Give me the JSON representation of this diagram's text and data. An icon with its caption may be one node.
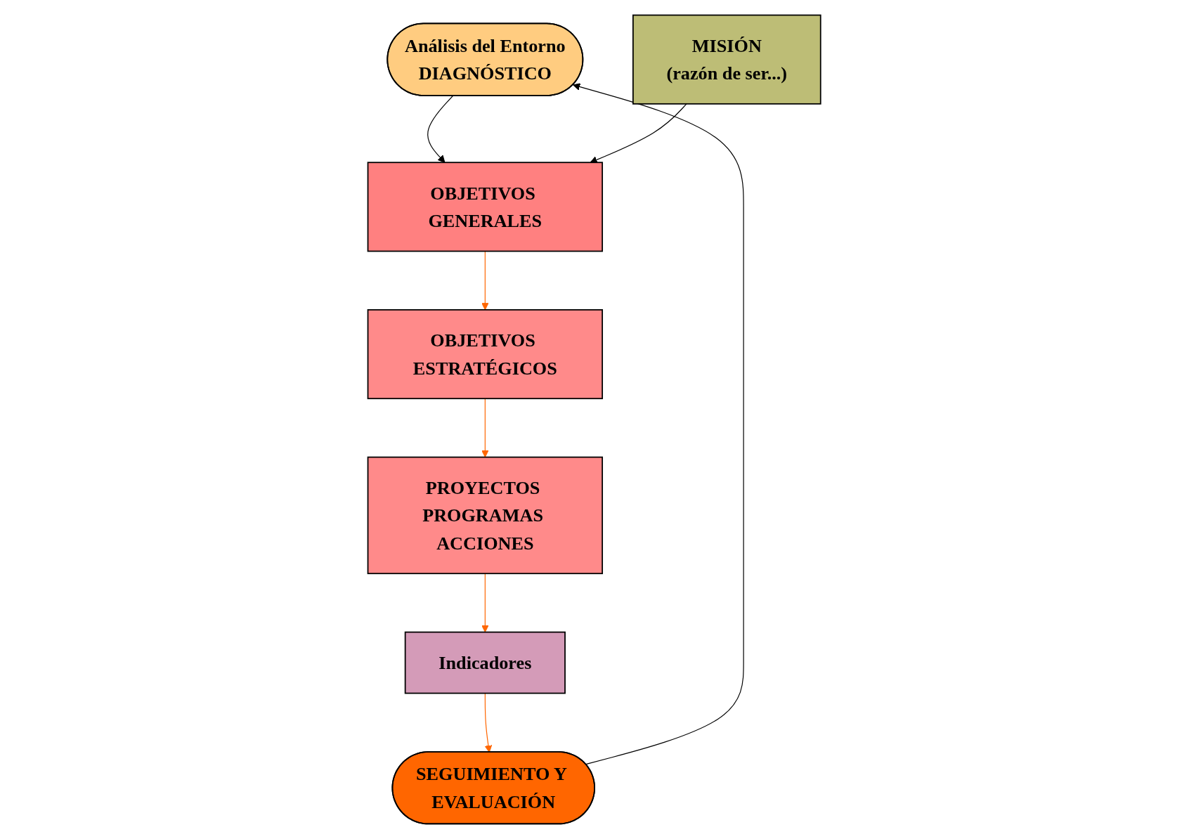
{
  "diagram": {
    "nodes": [
      {
        "text": [
          "Análisis del Entorno",
          "DIAGNÓSTICO"
        ]
      },
      {
        "text": [
          "MISIÓN",
          "(razón de ser...)"
        ]
      },
      {
        "text": [
          "OBJETIVOS GENERALES"
        ]
      },
      {
        "text": [
          "SEGUIMIENTO Y EVALUACIÓN"
        ]
      },
      {
        "text": [
          "OBJETIVOS ESTRATÉGICOS"
        ]
      },
      {
        "text": [
          "Indicadores"
        ]
      },
      {
        "text": [
          "PROYECTOS PROGRAMAS ACCIONES"
        ]
      }
    ],
    "edges": [
      {
        "from": 0,
        "to": 2,
        "arrow": "to",
        "color": "#000000"
      },
      {
        "from": 1,
        "to": 2,
        "arrow": "to",
        "color": "#000000"
      },
      {
        "from": 3,
        "to": 0,
        "arrow": "to",
        "color": "#000000"
      },
      {
        "from": 2,
        "to": 4,
        "arrow": "to"
      },
      {
        "from": 4,
        "to": 6,
        "arrow": "to"
      },
      {
        "from": 6,
        "to": 5,
        "arrow": "to"
      },
      {
        "from": 5,
        "to": 3,
        "arrow": "to"
      }
    ]
  }
}
